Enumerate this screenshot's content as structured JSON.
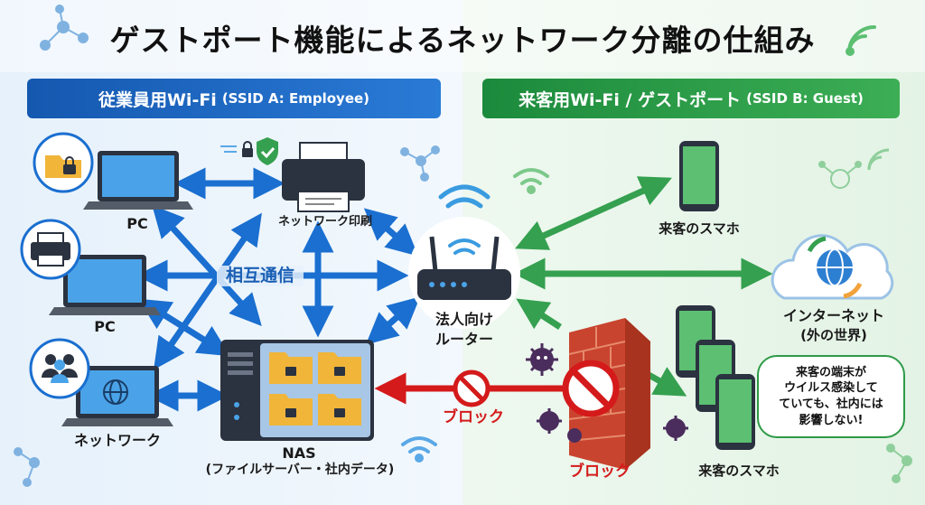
{
  "title": "ゲストポート機能によるネットワーク分離の仕組み",
  "left_band": {
    "label": "従業員用Wi-Fi",
    "ssid": "(SSID A: Employee)"
  },
  "right_band": {
    "label": "来客用Wi-Fi / ゲストポート",
    "ssid": "(SSID B: Guest)"
  },
  "labels": {
    "pc1": "PC",
    "pc2": "PC",
    "network": "ネットワーク",
    "printer": "ネットワーク印刷",
    "mutual": "相互通信",
    "router_line1": "法人向け",
    "router_line2": "ルーター",
    "nas_line1": "NAS",
    "nas_line2": "(ファイルサーバー・社内データ)",
    "block1": "ブロック",
    "block2": "ブロック",
    "guest_phone_top": "来客のスマホ",
    "guest_phone_bottom": "来客のスマホ",
    "internet_line1": "インターネット",
    "internet_line2": "(外の世界)"
  },
  "bubble": {
    "line1": "来客の端末が",
    "line2": "ウイルス感染して",
    "line3": "ていても、社内には",
    "line4": "影響しない!"
  },
  "colors": {
    "employee_blue": "#1a6fd0",
    "guest_green": "#35a04f",
    "block_red": "#d41a1a"
  }
}
